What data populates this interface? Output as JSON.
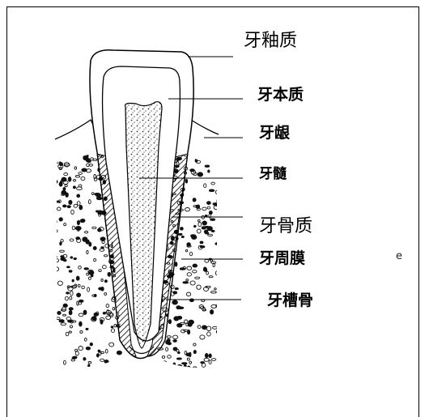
{
  "labels": {
    "enamel": "牙釉质",
    "dentin": "牙本质",
    "gingiva": "牙龈",
    "pulp": "牙髓",
    "cementum": "牙骨质",
    "periodontal_membrane": "牙周膜",
    "alveolar_bone": "牙槽骨"
  },
  "stray_text": "e"
}
